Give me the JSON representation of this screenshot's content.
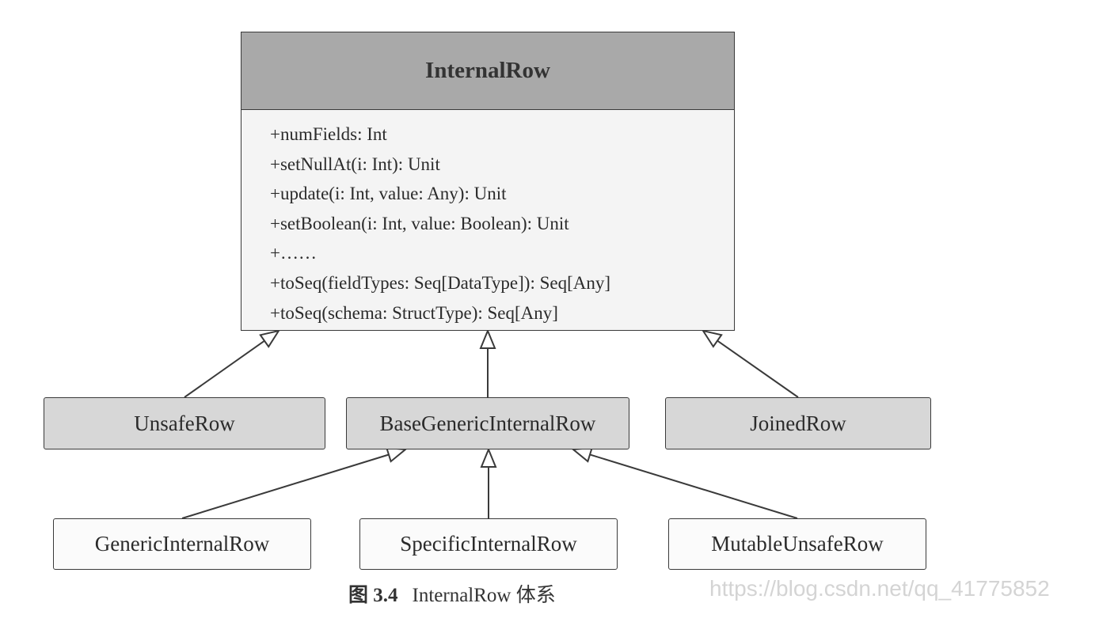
{
  "diagram": {
    "root": {
      "name": "InternalRow",
      "members": [
        "+numFields: Int",
        "+setNullAt(i: Int): Unit",
        "+update(i: Int, value: Any): Unit",
        "+setBoolean(i: Int, value: Boolean): Unit",
        "+……",
        "+toSeq(fieldTypes: Seq[DataType]): Seq[Any]",
        "+toSeq(schema: StructType): Seq[Any]"
      ]
    },
    "level1": {
      "unsafe_row": "UnsafeRow",
      "base_generic_internal_row": "BaseGenericInternalRow",
      "joined_row": "JoinedRow"
    },
    "level2": {
      "generic_internal_row": "GenericInternalRow",
      "specific_internal_row": "SpecificInternalRow",
      "mutable_unsafe_row": "MutableUnsafeRow"
    },
    "edges": [
      {
        "from": "UnsafeRow",
        "to": "InternalRow",
        "type": "inheritance"
      },
      {
        "from": "BaseGenericInternalRow",
        "to": "InternalRow",
        "type": "inheritance"
      },
      {
        "from": "JoinedRow",
        "to": "InternalRow",
        "type": "inheritance"
      },
      {
        "from": "GenericInternalRow",
        "to": "BaseGenericInternalRow",
        "type": "inheritance"
      },
      {
        "from": "SpecificInternalRow",
        "to": "BaseGenericInternalRow",
        "type": "inheritance"
      },
      {
        "from": "MutableUnsafeRow",
        "to": "BaseGenericInternalRow",
        "type": "inheritance"
      }
    ],
    "colors": {
      "root_header": "#a9a9a9",
      "level1_fill": "#d7d7d7",
      "level2_fill": "#fbfbfb",
      "stroke": "#3a3a3a"
    }
  },
  "caption": {
    "figure_number": "图 3.4",
    "title": "InternalRow 体系"
  },
  "watermark": "https://blog.csdn.net/qq_41775852"
}
